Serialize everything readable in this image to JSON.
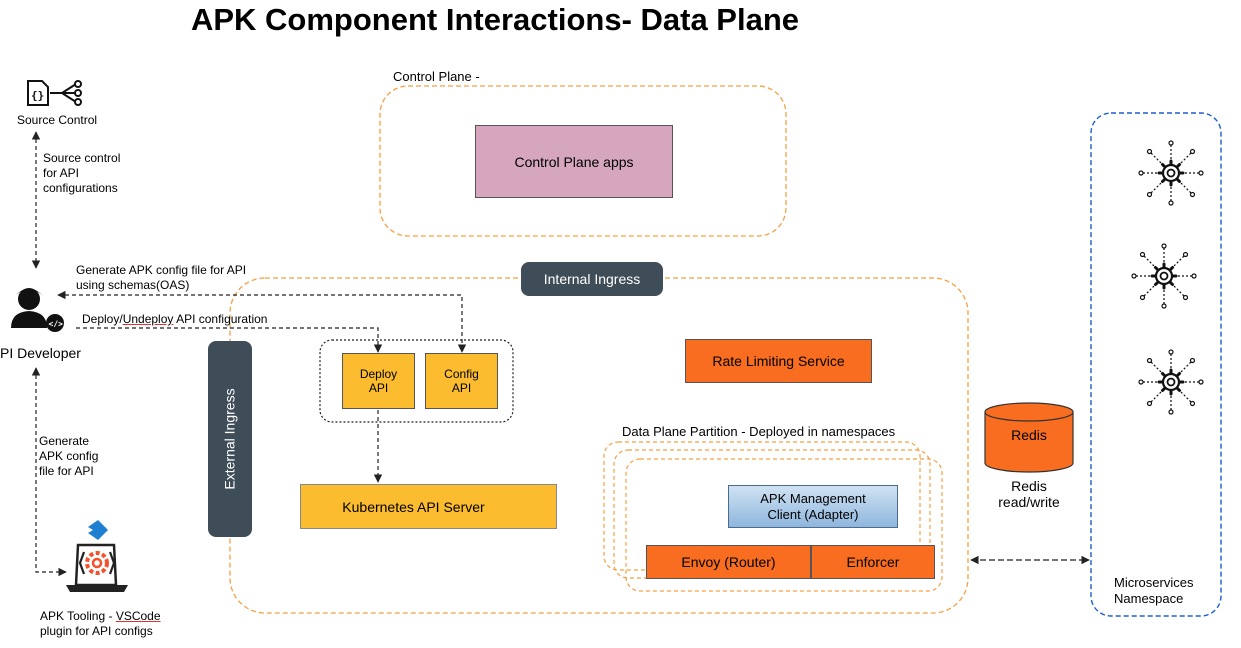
{
  "title": "APK Component Interactions- Data Plane",
  "control_plane": {
    "label": "Control Plane -",
    "apps": "Control Plane apps"
  },
  "source_control": {
    "label": "Source Control",
    "note_lines": [
      "Source control",
      "for API",
      "configurations"
    ]
  },
  "api_developer": {
    "label": "PI Developer"
  },
  "flows": {
    "generate_config": [
      "Generate APK config file for API",
      "using schemas(OAS)"
    ],
    "deploy_prefix": "Deploy/",
    "deploy_underlined": "Undeploy",
    "deploy_suffix": " API configuration",
    "generate_tooling": [
      "Generate",
      "APK config",
      "file for API"
    ]
  },
  "tooling": {
    "line1_prefix": "APK Tooling - ",
    "line1_underlined": "VSCode",
    "line2": "plugin for API configs"
  },
  "ingress": {
    "internal": "Internal Ingress",
    "external": "External Ingress"
  },
  "apis": {
    "deploy": [
      "Deploy",
      "API"
    ],
    "config": [
      "Config",
      "API"
    ]
  },
  "kubernetes": "Kubernetes API Server",
  "rate_limiting": "Rate Limiting Service",
  "partition_label": "Data Plane Partition - Deployed in namespaces",
  "apk_management": [
    "APK Management",
    "Client (Adapter)"
  ],
  "router": "Envoy (Router)",
  "enforcer": "Enforcer",
  "redis": {
    "label": "Redis",
    "note_lines": [
      "Redis",
      "read/write"
    ]
  },
  "microservices": [
    "Microservices",
    "Namespace"
  ],
  "colors": {
    "orange_dashed": "#f4a043",
    "blue_dashed": "#1a5fd0",
    "pink_box": "#d5a6bd",
    "yellow_box": "#fbbc30",
    "orange_box": "#f86d1f",
    "ingress_dark": "#3f4d58"
  },
  "icons": [
    "source-control-icon",
    "developer-icon",
    "vscode-tooling-icon",
    "kubernetes-icon",
    "redis-cylinder-icon",
    "microservice-gear-icon"
  ]
}
